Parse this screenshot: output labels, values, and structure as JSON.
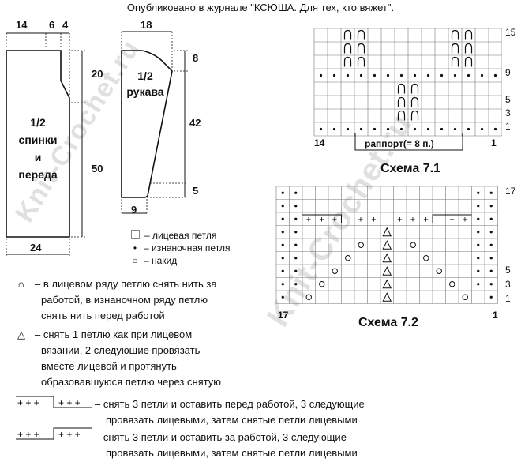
{
  "header": "Опубликовано в журнале \"КСЮША. Для тех, кто вяжет\".",
  "watermark": "Knit-Crochet.ru",
  "back_front": {
    "label": [
      "1/2",
      "спинки",
      "и",
      "переда"
    ],
    "dims": {
      "top_left": "14",
      "top_mid": "6",
      "top_right": "4",
      "right_top": "20",
      "right_bottom": "50",
      "bottom": "24"
    }
  },
  "sleeve": {
    "label": [
      "1/2",
      "рукава"
    ],
    "dims": {
      "top": "18",
      "right_top": "8",
      "right_mid": "42",
      "right_bottom": "5",
      "bottom": "9"
    }
  },
  "symbols": {
    "knit": "– лицевая петля",
    "purl": "– изнаночная петля",
    "yo": "– накид"
  },
  "legend": [
    [
      "– в лицевом ряду петлю снять нить за",
      "работой, в изнаночном ряду петлю",
      "снять нить перед работой"
    ],
    [
      "– снять 1 петлю как при лицевом",
      "вязании, 2 следующие провязать",
      "вместе лицевой и протянуть",
      "образовавшуюся петлю через снятую"
    ],
    [
      "– снять 3 петли и оставить перед работой, 3 следующие",
      "провязать лицевыми, затем снятые петли лицевыми"
    ],
    [
      "– снять 3 петли и оставить за работой, 3 следующие",
      "провязать лицевыми, затем снятые петли лицевыми"
    ]
  ],
  "scheme1": {
    "caption": "Схема 7.1",
    "repeat_label": "раппорт(= 8 п.)",
    "left_num": "14",
    "right_num": "1",
    "row_labels": [
      "15",
      "9",
      "5",
      "3",
      "1"
    ]
  },
  "scheme2": {
    "caption": "Схема 7.2",
    "left_num": "17",
    "right_num": "1",
    "row_labels": [
      "17",
      "5",
      "3",
      "1"
    ]
  }
}
